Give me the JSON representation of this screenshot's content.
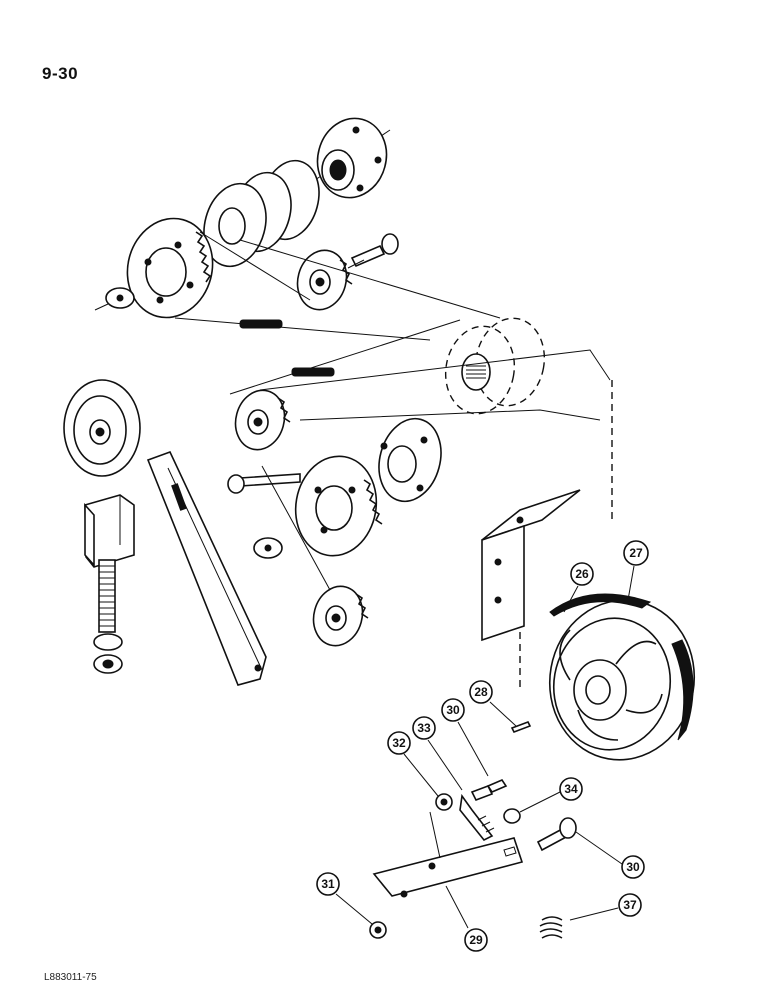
{
  "page": {
    "page_number": "9-30",
    "figure_code": "L883011-75"
  },
  "callouts": [
    {
      "id": "c26",
      "label": "26"
    },
    {
      "id": "c27",
      "label": "27"
    },
    {
      "id": "c28",
      "label": "28"
    },
    {
      "id": "c30a",
      "label": "30"
    },
    {
      "id": "c33",
      "label": "33"
    },
    {
      "id": "c32",
      "label": "32"
    },
    {
      "id": "c34",
      "label": "34"
    },
    {
      "id": "c30b",
      "label": "30"
    },
    {
      "id": "c31",
      "label": "31"
    },
    {
      "id": "c37",
      "label": "37"
    },
    {
      "id": "c29",
      "label": "29"
    }
  ]
}
